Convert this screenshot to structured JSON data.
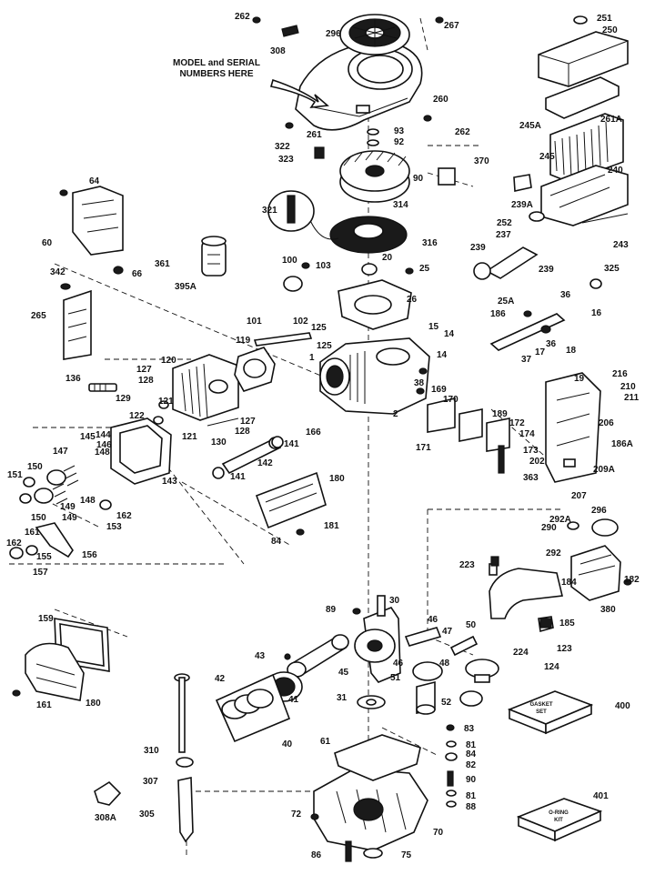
{
  "note": {
    "line1": "MODEL and SERIAL",
    "line2": "NUMBERS HERE"
  },
  "kits": {
    "gasket_set": {
      "line1": "GASKET",
      "line2": "SET"
    },
    "oring_kit": {
      "line1": "O-RING",
      "line2": "KIT"
    }
  },
  "callouts": [
    {
      "id": "c262a",
      "text": "262"
    },
    {
      "id": "c267",
      "text": "267"
    },
    {
      "id": "c251",
      "text": "251"
    },
    {
      "id": "c250",
      "text": "250"
    },
    {
      "id": "c296",
      "text": "296"
    },
    {
      "id": "c308",
      "text": "308"
    },
    {
      "id": "c260",
      "text": "260"
    },
    {
      "id": "c262b",
      "text": "262"
    },
    {
      "id": "c261",
      "text": "261"
    },
    {
      "id": "c93",
      "text": "93"
    },
    {
      "id": "c92",
      "text": "92"
    },
    {
      "id": "c245A",
      "text": "245A"
    },
    {
      "id": "c261A",
      "text": "261A"
    },
    {
      "id": "c322",
      "text": "322"
    },
    {
      "id": "c323",
      "text": "323"
    },
    {
      "id": "c90a",
      "text": "90"
    },
    {
      "id": "c370",
      "text": "370"
    },
    {
      "id": "c245",
      "text": "245"
    },
    {
      "id": "c240",
      "text": "240"
    },
    {
      "id": "c239A",
      "text": "239A"
    },
    {
      "id": "c64a",
      "text": "64"
    },
    {
      "id": "c321",
      "text": "321"
    },
    {
      "id": "c314",
      "text": "314"
    },
    {
      "id": "c252",
      "text": "252"
    },
    {
      "id": "c60",
      "text": "60"
    },
    {
      "id": "c316",
      "text": "316"
    },
    {
      "id": "c239a",
      "text": "239"
    },
    {
      "id": "c237",
      "text": "237"
    },
    {
      "id": "c243",
      "text": "243"
    },
    {
      "id": "c361",
      "text": "361"
    },
    {
      "id": "c100",
      "text": "100"
    },
    {
      "id": "c103",
      "text": "103"
    },
    {
      "id": "c20",
      "text": "20"
    },
    {
      "id": "c25",
      "text": "25"
    },
    {
      "id": "c239b",
      "text": "239"
    },
    {
      "id": "c66",
      "text": "66"
    },
    {
      "id": "c395A",
      "text": "395A"
    },
    {
      "id": "c325",
      "text": "325"
    },
    {
      "id": "c342",
      "text": "342"
    },
    {
      "id": "c26",
      "text": "26"
    },
    {
      "id": "c25A",
      "text": "25A"
    },
    {
      "id": "c36a",
      "text": "36"
    },
    {
      "id": "c101",
      "text": "101"
    },
    {
      "id": "c102",
      "text": "102"
    },
    {
      "id": "c186",
      "text": "186"
    },
    {
      "id": "c16",
      "text": "16"
    },
    {
      "id": "c265",
      "text": "265"
    },
    {
      "id": "c125a",
      "text": "125"
    },
    {
      "id": "c15",
      "text": "15"
    },
    {
      "id": "c119",
      "text": "119"
    },
    {
      "id": "c125b",
      "text": "125"
    },
    {
      "id": "c14a",
      "text": "14"
    },
    {
      "id": "c17",
      "text": "17"
    },
    {
      "id": "c36b",
      "text": "36"
    },
    {
      "id": "c18",
      "text": "18"
    },
    {
      "id": "c37",
      "text": "37"
    },
    {
      "id": "c1",
      "text": "1"
    },
    {
      "id": "c14b",
      "text": "14"
    },
    {
      "id": "c120",
      "text": "120"
    },
    {
      "id": "c127a",
      "text": "127"
    },
    {
      "id": "c128a",
      "text": "128"
    },
    {
      "id": "c136",
      "text": "136"
    },
    {
      "id": "c129",
      "text": "129"
    },
    {
      "id": "c121a",
      "text": "121"
    },
    {
      "id": "c38",
      "text": "38"
    },
    {
      "id": "c169",
      "text": "169"
    },
    {
      "id": "c19",
      "text": "19"
    },
    {
      "id": "c216",
      "text": "216"
    },
    {
      "id": "c210",
      "text": "210"
    },
    {
      "id": "c211",
      "text": "211"
    },
    {
      "id": "c170",
      "text": "170"
    },
    {
      "id": "c2",
      "text": "2"
    },
    {
      "id": "c122",
      "text": "122"
    },
    {
      "id": "c127b",
      "text": "127"
    },
    {
      "id": "c128b",
      "text": "128"
    },
    {
      "id": "c189",
      "text": "189"
    },
    {
      "id": "c172",
      "text": "172"
    },
    {
      "id": "c206",
      "text": "206"
    },
    {
      "id": "c174",
      "text": "174"
    },
    {
      "id": "c121b",
      "text": "121"
    },
    {
      "id": "c166",
      "text": "166"
    },
    {
      "id": "c145",
      "text": "145"
    },
    {
      "id": "c146",
      "text": "146"
    },
    {
      "id": "c144",
      "text": "144"
    },
    {
      "id": "c130",
      "text": "130"
    },
    {
      "id": "c141a",
      "text": "141"
    },
    {
      "id": "c171",
      "text": "171"
    },
    {
      "id": "c173",
      "text": "173"
    },
    {
      "id": "c186A",
      "text": "186A"
    },
    {
      "id": "c202",
      "text": "202"
    },
    {
      "id": "c147",
      "text": "147"
    },
    {
      "id": "c148a",
      "text": "148"
    },
    {
      "id": "c209A",
      "text": "209A"
    },
    {
      "id": "c150a",
      "text": "150"
    },
    {
      "id": "c142",
      "text": "142"
    },
    {
      "id": "c363",
      "text": "363"
    },
    {
      "id": "c151",
      "text": "151"
    },
    {
      "id": "c141b",
      "text": "141"
    },
    {
      "id": "c143",
      "text": "143"
    },
    {
      "id": "c180a",
      "text": "180"
    },
    {
      "id": "c207",
      "text": "207"
    },
    {
      "id": "c148b",
      "text": "148"
    },
    {
      "id": "c149a",
      "text": "149"
    },
    {
      "id": "c149b",
      "text": "149"
    },
    {
      "id": "c150b",
      "text": "150"
    },
    {
      "id": "c162a",
      "text": "162"
    },
    {
      "id": "c296b",
      "text": "296"
    },
    {
      "id": "c292A",
      "text": "292A"
    },
    {
      "id": "c290",
      "text": "290"
    },
    {
      "id": "c153",
      "text": "153"
    },
    {
      "id": "c181a",
      "text": "181"
    },
    {
      "id": "c84b",
      "text": "84"
    },
    {
      "id": "c161",
      "text": "161"
    },
    {
      "id": "c162b",
      "text": "162"
    },
    {
      "id": "c292",
      "text": "292"
    },
    {
      "id": "c155",
      "text": "155"
    },
    {
      "id": "c156",
      "text": "156"
    },
    {
      "id": "c157",
      "text": "157"
    },
    {
      "id": "c223",
      "text": "223"
    },
    {
      "id": "c182",
      "text": "182"
    },
    {
      "id": "c184",
      "text": "184"
    },
    {
      "id": "c380",
      "text": "380"
    },
    {
      "id": "c89",
      "text": "89"
    },
    {
      "id": "c30",
      "text": "30"
    },
    {
      "id": "c185",
      "text": "185"
    },
    {
      "id": "c159",
      "text": "159"
    },
    {
      "id": "c46a",
      "text": "46"
    },
    {
      "id": "c47",
      "text": "47"
    },
    {
      "id": "c50",
      "text": "50"
    },
    {
      "id": "c224",
      "text": "224"
    },
    {
      "id": "c123",
      "text": "123"
    },
    {
      "id": "c43",
      "text": "43"
    },
    {
      "id": "c48",
      "text": "48"
    },
    {
      "id": "c46b",
      "text": "46"
    },
    {
      "id": "c124",
      "text": "124"
    },
    {
      "id": "c42",
      "text": "42"
    },
    {
      "id": "c45",
      "text": "45"
    },
    {
      "id": "c51",
      "text": "51"
    },
    {
      "id": "c41",
      "text": "41"
    },
    {
      "id": "c161b",
      "text": "161"
    },
    {
      "id": "c180b",
      "text": "180"
    },
    {
      "id": "c31",
      "text": "31"
    },
    {
      "id": "c52",
      "text": "52"
    },
    {
      "id": "c400",
      "text": "400"
    },
    {
      "id": "c310",
      "text": "310"
    },
    {
      "id": "c40",
      "text": "40"
    },
    {
      "id": "c83",
      "text": "83"
    },
    {
      "id": "c61",
      "text": "61"
    },
    {
      "id": "c81a",
      "text": "81"
    },
    {
      "id": "c84c",
      "text": "84"
    },
    {
      "id": "c82",
      "text": "82"
    },
    {
      "id": "c307",
      "text": "307"
    },
    {
      "id": "c90b",
      "text": "90"
    },
    {
      "id": "c81b",
      "text": "81"
    },
    {
      "id": "c88",
      "text": "88"
    },
    {
      "id": "c401",
      "text": "401"
    },
    {
      "id": "c305",
      "text": "305"
    },
    {
      "id": "c308A",
      "text": "308A"
    },
    {
      "id": "c72",
      "text": "72"
    },
    {
      "id": "c70",
      "text": "70"
    },
    {
      "id": "c86",
      "text": "86"
    },
    {
      "id": "c75",
      "text": "75"
    }
  ]
}
